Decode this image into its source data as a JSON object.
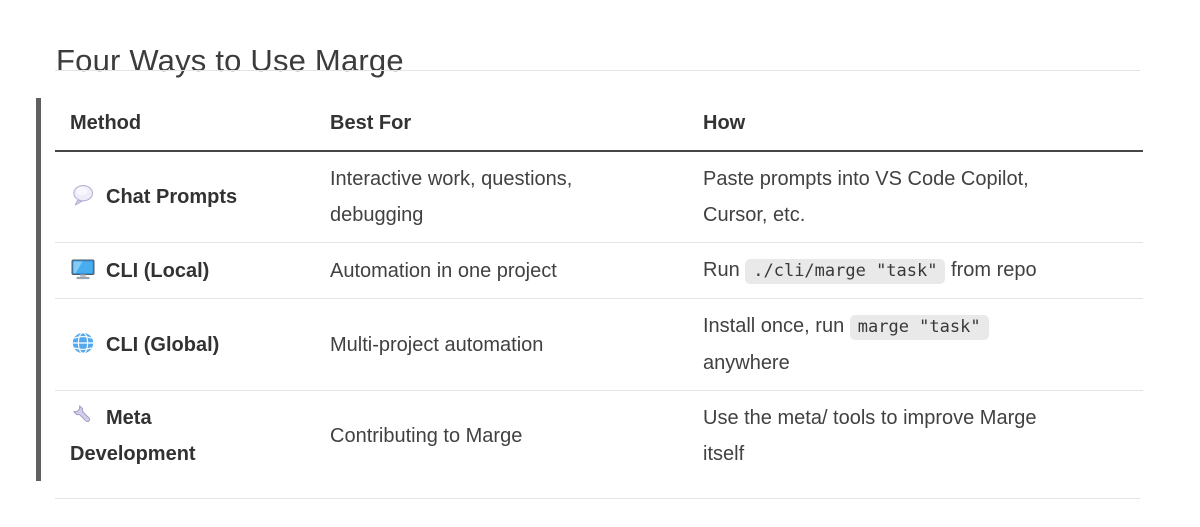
{
  "page": {
    "title": "Four Ways to Use Marge"
  },
  "table": {
    "headers": {
      "method": "Method",
      "best_for": "Best For",
      "how": "How"
    },
    "rows": [
      {
        "icon": "speech-balloon-icon",
        "method": "Chat Prompts",
        "best_for": "Interactive work, questions,\ndebugging",
        "how": {
          "text": "Paste prompts into VS Code Copilot,\nCursor, etc."
        }
      },
      {
        "icon": "desktop-computer-icon",
        "method": "CLI (Local)",
        "best_for": "Automation in one project",
        "how": {
          "prefix": "Run ",
          "code": "./cli/marge \"task\"",
          "suffix": " from repo"
        }
      },
      {
        "icon": "globe-icon",
        "method": "CLI (Global)",
        "best_for": "Multi-project automation",
        "how": {
          "prefix": "Install once, run ",
          "code": "marge \"task\"",
          "suffix": "\nanywhere"
        }
      },
      {
        "icon": "wrench-icon",
        "method": "Meta\nDevelopment",
        "best_for": "Contributing to Marge",
        "how": {
          "text": "Use the meta/ tools to improve Marge\nitself"
        }
      }
    ]
  },
  "colors": {
    "title_text": "#3c3c3c",
    "header_text": "#333333",
    "body_text": "#414141",
    "accent_bar": "#606060",
    "header_rule": "#474747",
    "row_rule": "#e4e4e4",
    "code_chip_bg": "#e9e9e9",
    "icon_chat_fill": "#efecfa",
    "icon_monitor_blue": "#49aef0",
    "icon_globe_blue": "#55a8ec",
    "icon_wrench_lavender": "#d4cdec"
  }
}
